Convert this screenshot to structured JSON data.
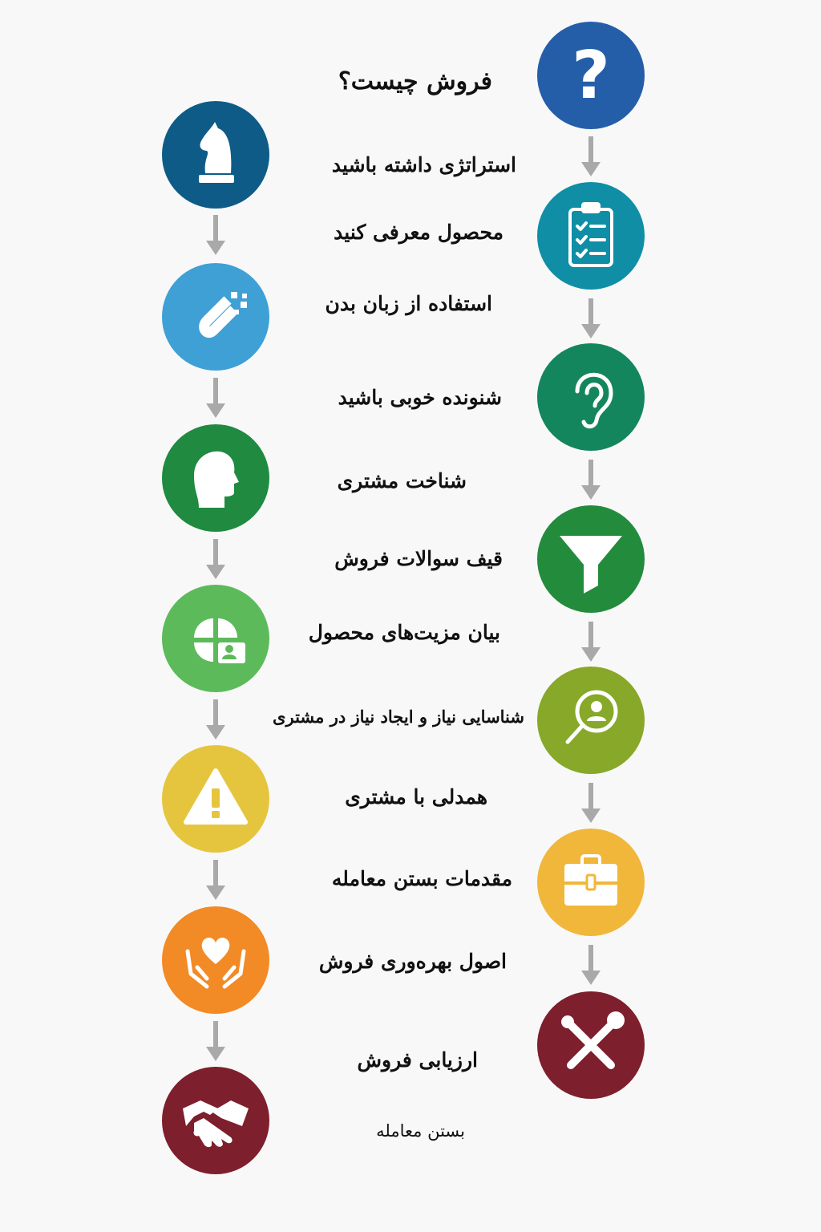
{
  "title": "فروش چیست؟",
  "steps": [
    {
      "label": "استراتژی داشته باشید",
      "icon": "chess-knight-icon",
      "color": "#0e5b87"
    },
    {
      "label": "محصول معرفی  کنید",
      "icon": "clipboard-checklist-icon",
      "color": "#0f8ea6"
    },
    {
      "label": "استفاده از زبان بدن",
      "icon": "magnet-icon",
      "color": "#3fa0d6"
    },
    {
      "label": "شنونده خوبی باشید",
      "icon": "ear-icon",
      "color": "#13865e"
    },
    {
      "label": "شناخت مشتری",
      "icon": "human-head-icon",
      "color": "#1f8a40"
    },
    {
      "label": "قیف سوالات فروش",
      "icon": "funnel-icon",
      "color": "#238b3c"
    },
    {
      "label": "بیان مزیت‌های محصول",
      "icon": "chart-person-icon",
      "color": "#5cba5b"
    },
    {
      "label": "شناسایی نیاز و ایجاد نیاز در مشتری",
      "icon": "search-person-icon",
      "color": "#87a828"
    },
    {
      "label": "همدلی با مشتری",
      "icon": "warning-icon",
      "color": "#e5c53e"
    },
    {
      "label": "مقدمات بستن معامله",
      "icon": "toolbox-icon",
      "color": "#f0b73a"
    },
    {
      "label": "اصول بهره‌وری فروش",
      "icon": "hands-heart-icon",
      "color": "#f28a25"
    },
    {
      "label": "ارزیابی فروش",
      "icon": "wrench-screwdriver-icon",
      "color": "#7d1f2c"
    },
    {
      "label": "بستن معامله",
      "icon": "handshake-icon",
      "color": "#7d1f2c"
    }
  ],
  "question_icon": {
    "icon": "question-mark-icon",
    "color": "#245ea8"
  },
  "arrow_color": "#a9a9a9"
}
